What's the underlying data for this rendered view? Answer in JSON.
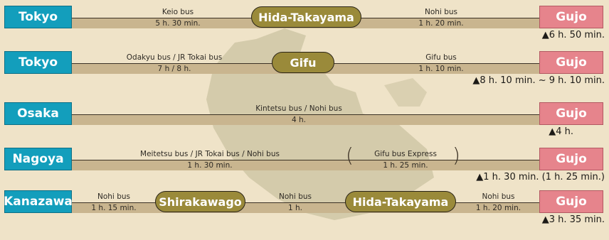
{
  "routes": [
    {
      "origin": "Tokyo",
      "dest": "Gujo",
      "segments": [
        {
          "carrier": "Keio bus",
          "time": "5 h. 30 min."
        },
        {
          "carrier": "Nohi bus",
          "time": "1 h. 20 min."
        }
      ],
      "nodes": [
        "Hida-Takayama"
      ],
      "total": "▲6 h. 50 min."
    },
    {
      "origin": "Tokyo",
      "dest": "Gujo",
      "segments": [
        {
          "carrier": "Odakyu bus / JR Tokai bus",
          "time": "7 h / 8 h."
        },
        {
          "carrier": "Gifu bus",
          "time": "1 h. 10 min."
        }
      ],
      "nodes": [
        "Gifu"
      ],
      "total": "▲8 h. 10 min. ~ 9 h. 10 min."
    },
    {
      "origin": "Osaka",
      "dest": "Gujo",
      "segments": [
        {
          "carrier": "Kintetsu bus / Nohi bus",
          "time": "4 h."
        }
      ],
      "nodes": [],
      "total": "▲4 h."
    },
    {
      "origin": "Nagoya",
      "dest": "Gujo",
      "segments": [
        {
          "carrier": "Meitetsu bus / JR Tokai bus / Nohi bus",
          "time": "1 h. 30 min."
        },
        {
          "carrier": "Gifu bus Express",
          "time": "1 h. 25 min."
        }
      ],
      "nodes": [],
      "total": "▲1 h. 30 min. (1 h. 25 min.)"
    },
    {
      "origin": "Kanazawa",
      "dest": "Gujo",
      "segments": [
        {
          "carrier": "Nohi bus",
          "time": "1 h. 15 min."
        },
        {
          "carrier": "Nohi bus",
          "time": "1 h."
        },
        {
          "carrier": "Nohi bus",
          "time": "1 h. 20 min."
        }
      ],
      "nodes": [
        "Shirakawago",
        "Hida-Takayama"
      ],
      "total": "▲3 h. 35 min."
    }
  ],
  "colors": {
    "origin": "#139ebc",
    "dest": "#e6848c",
    "node": "#9a8a3a",
    "track": "#c9b58f",
    "background": "#efe3c8"
  }
}
